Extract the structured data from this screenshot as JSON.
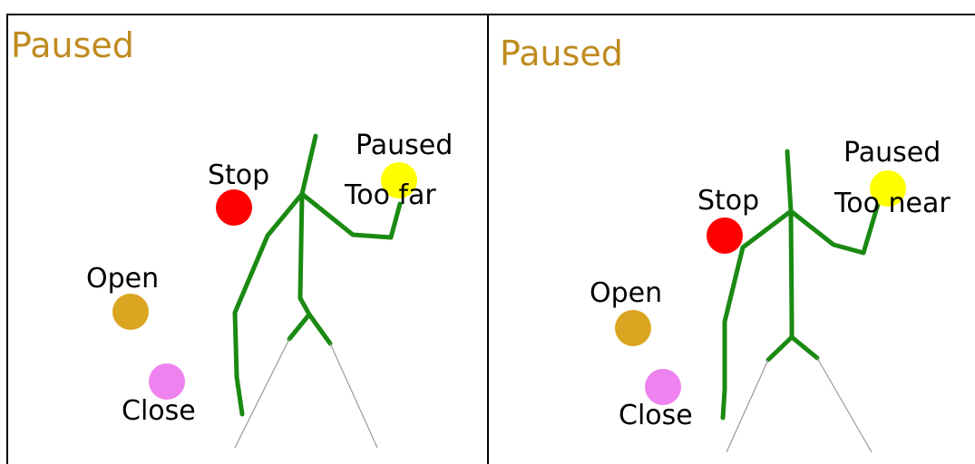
{
  "panels": [
    {
      "status": "Paused",
      "targets": {
        "stop": {
          "label": "Stop",
          "color": "#ff0000"
        },
        "pause": {
          "label": "Paused",
          "sub_label": "Too far",
          "color": "#ffff00"
        },
        "open": {
          "label": "Open",
          "color": "#daa520"
        },
        "close": {
          "label": "Close",
          "color": "#ee82ee"
        }
      }
    },
    {
      "status": "Paused",
      "targets": {
        "stop": {
          "label": "Stop",
          "color": "#ff0000"
        },
        "pause": {
          "label": "Paused",
          "sub_label": "Too near",
          "color": "#ffff00"
        },
        "open": {
          "label": "Open",
          "color": "#daa520"
        },
        "close": {
          "label": "Close",
          "color": "#ee82ee"
        }
      }
    }
  ],
  "colors": {
    "status_text": "#bf8b1f",
    "skeleton": "#1a8a12",
    "legs": "#999999"
  }
}
